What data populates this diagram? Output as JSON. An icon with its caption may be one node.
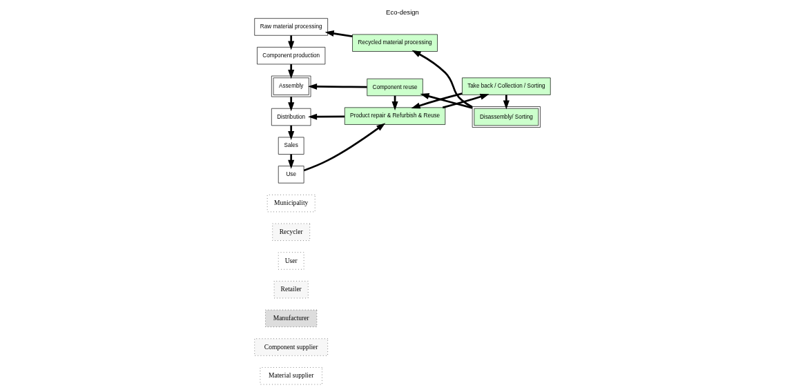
{
  "diagram": {
    "title": "Eco-design",
    "nodes": [
      {
        "text": [
          "Material supplier"
        ]
      },
      {
        "text": [
          "Component supplier"
        ]
      },
      {
        "text": [
          "Manufacturer"
        ]
      },
      {
        "text": [
          "Retailer"
        ]
      },
      {
        "text": [
          "User"
        ]
      },
      {
        "text": [
          "Recycler"
        ]
      },
      {
        "text": [
          "Municipality"
        ]
      },
      {
        "text": [
          "Raw material processing"
        ]
      },
      {
        "text": [
          "Component production"
        ]
      },
      {
        "text": [
          "Assembly"
        ]
      },
      {
        "text": [
          "Distribution"
        ]
      },
      {
        "text": [
          "Sales"
        ]
      },
      {
        "text": [
          "Use"
        ]
      },
      {
        "text": [
          "Component reuse"
        ]
      },
      {
        "text": [
          "Product repair & Refurbish & Reuse"
        ]
      },
      {
        "text": [
          "Recycled material processing"
        ]
      },
      {
        "text": [
          "Disassembly/ Sorting"
        ]
      },
      {
        "text": [
          "Take back / Collection / Sorting"
        ]
      }
    ],
    "edges": [
      {
        "from": 7,
        "to": 8,
        "arrow": "to"
      },
      {
        "from": 8,
        "to": 9,
        "arrow": "to"
      },
      {
        "from": 9,
        "to": 10,
        "arrow": "to"
      },
      {
        "from": 10,
        "to": 11,
        "arrow": "to"
      },
      {
        "from": 11,
        "to": 12,
        "arrow": "to"
      },
      {
        "from": 12,
        "to": 14,
        "arrow": "to"
      },
      {
        "from": 13,
        "to": 9,
        "arrow": "to"
      },
      {
        "from": 13,
        "to": 14,
        "arrow": "to"
      },
      {
        "from": 14,
        "to": 10,
        "arrow": "to"
      },
      {
        "from": 14,
        "to": 17,
        "arrow": "to"
      },
      {
        "from": 17,
        "to": 14,
        "arrow": "to"
      },
      {
        "from": 17,
        "to": 16,
        "arrow": "to"
      },
      {
        "from": 16,
        "to": 13,
        "arrow": "to"
      },
      {
        "from": 16,
        "to": 15,
        "arrow": "to"
      },
      {
        "from": 15,
        "to": 7,
        "arrow": "to"
      }
    ]
  }
}
